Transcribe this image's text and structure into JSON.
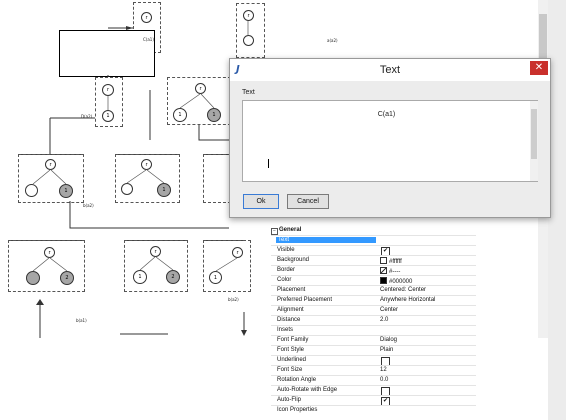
{
  "diagram": {
    "node_label": "r",
    "leaf_one": "1",
    "leaf_two": "2",
    "ann_top": "C(a1)",
    "ann_mid": "a(a2)",
    "ann_left": "D(a2)",
    "ann_bot1": "b(a2)",
    "ann_bot2": "b(a1)"
  },
  "dialog": {
    "title": "Text",
    "close": "✕",
    "section_label": "Text",
    "text_value": "C(a1)",
    "ok_label": "Ok",
    "cancel_label": "Cancel"
  },
  "properties": {
    "group": "General",
    "collapse_sign": "−",
    "rows": {
      "text": {
        "key": "Text",
        "value": ""
      },
      "visible": {
        "key": "Visible",
        "checked": "✔"
      },
      "background": {
        "key": "Background",
        "value": "#ffffff"
      },
      "border": {
        "key": "Border",
        "value": "#----"
      },
      "color": {
        "key": "Color",
        "value": "#000000"
      },
      "placement": {
        "key": "Placement",
        "value": "Centered: Center"
      },
      "pref_place": {
        "key": "Preferred Placement",
        "value": "Anywhere Horizontal"
      },
      "alignment": {
        "key": "Alignment",
        "value": "Center"
      },
      "distance": {
        "key": "Distance",
        "value": "2.0"
      },
      "insets": {
        "key": "Insets",
        "value": ""
      },
      "font_family": {
        "key": "Font Family",
        "value": "Dialog"
      },
      "font_style": {
        "key": "Font Style",
        "value": "Plain"
      },
      "underlined": {
        "key": "Underlined",
        "checked": ""
      },
      "font_size": {
        "key": "Font Size",
        "value": "12"
      },
      "rotation": {
        "key": "Rotation Angle",
        "value": "0.0"
      },
      "auto_rotate": {
        "key": "Auto-Rotate with Edge",
        "checked": ""
      },
      "auto_flip": {
        "key": "Auto-Flip",
        "checked": "✔"
      },
      "icon_props": {
        "key": "Icon Properties",
        "value": ""
      }
    }
  },
  "colors": {
    "selected_row": "#3399ff",
    "close_button": "#c9302c",
    "gray_node": "#a6a6a6"
  }
}
